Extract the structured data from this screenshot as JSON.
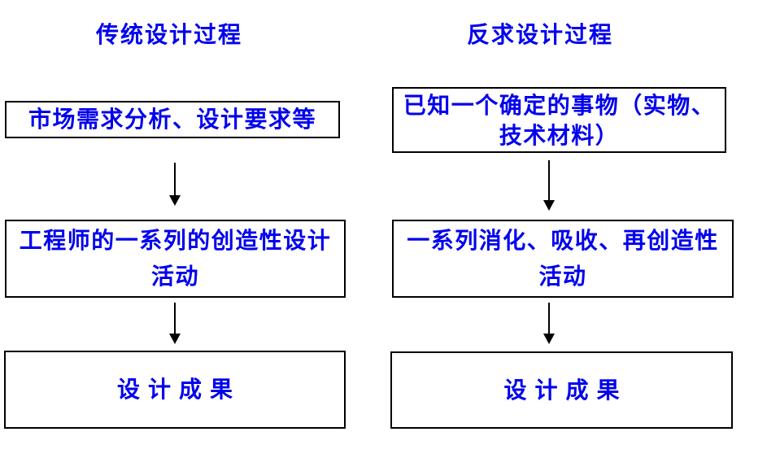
{
  "colors": {
    "text_blue": "#0000EE",
    "border_black": "#000000",
    "arrow_black": "#000000",
    "background": "#FFFFFF"
  },
  "columns": [
    {
      "title": "传统设计过程",
      "boxes": [
        {
          "lines": [
            "市场需求分析、设计要求等"
          ]
        },
        {
          "lines": [
            "工程师的一系列的创造性设计",
            "活动"
          ]
        },
        {
          "lines": [
            "设计成果"
          ]
        }
      ]
    },
    {
      "title": "反求设计过程",
      "boxes": [
        {
          "lines": [
            "已知一个确定的事物（实物、",
            "技术材料）"
          ]
        },
        {
          "lines": [
            "一系列消化、吸收、再创造性",
            "活动"
          ]
        },
        {
          "lines": [
            "设计成果"
          ]
        }
      ]
    }
  ]
}
